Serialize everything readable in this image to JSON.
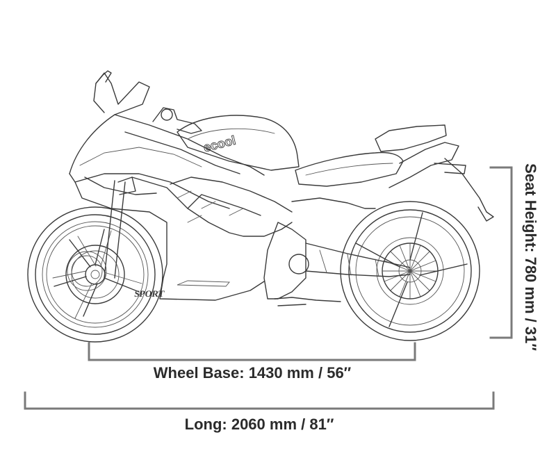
{
  "diagram": {
    "bike_brand_text": "ecool",
    "bike_side_text": "SPORT",
    "dimensions": {
      "wheel_base": "Wheel Base: 1430 mm  /  56″",
      "length": "Long: 2060 mm  /  81″",
      "seat_height": "Seat Height: 780 mm  /  31″"
    },
    "colors": {
      "line": "#3a3a3a",
      "dimension_bracket": "#7a7a7a",
      "text": "#2b2b2b"
    }
  }
}
